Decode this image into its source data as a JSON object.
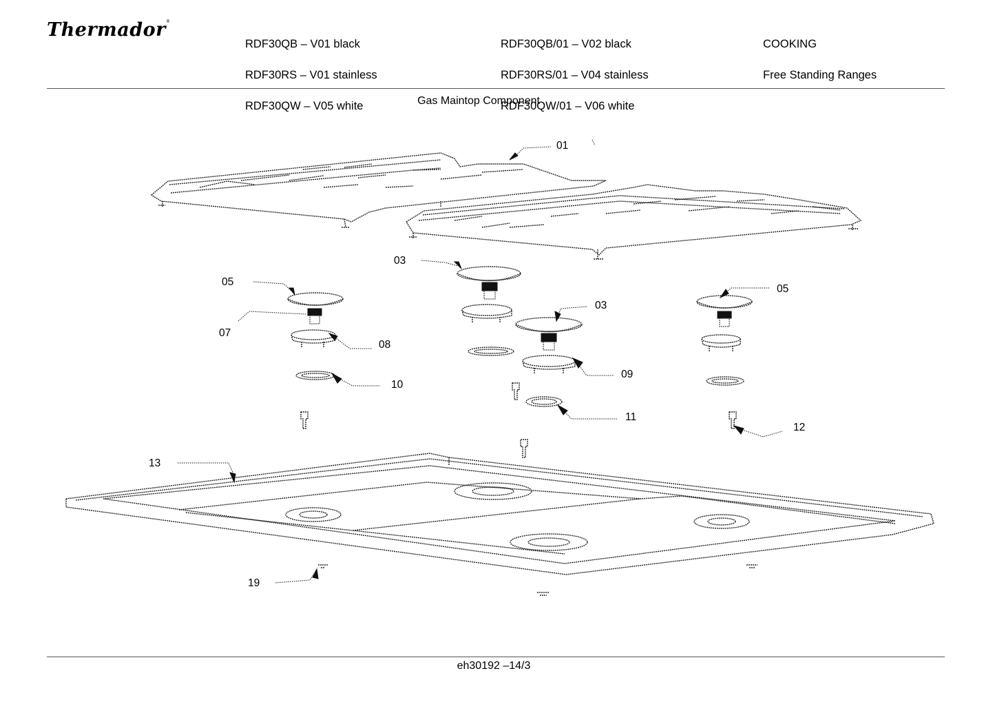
{
  "header": {
    "brand": "Thermador",
    "models_col1": [
      "RDF30QB – V01 black",
      "RDF30RS – V01 stainless",
      "RDF30QW – V05 white"
    ],
    "models_col2": [
      "RDF30QB/01 – V02 black",
      "RDF30RS/01 – V04 stainless",
      "RDF30QW/01 – V06 white"
    ],
    "category": [
      "COOKING",
      "Free Standing Ranges"
    ]
  },
  "diagram": {
    "title": "Gas Maintop Component",
    "callouts": {
      "c01": "01",
      "c03a": "03",
      "c03b": "03",
      "c05a": "05",
      "c05b": "05",
      "c07": "07",
      "c08": "08",
      "c09": "09",
      "c10": "10",
      "c11": "11",
      "c12": "12",
      "c13": "13",
      "c19": "19"
    }
  },
  "footer": {
    "doc_ref": "eh30192 –14/3"
  }
}
